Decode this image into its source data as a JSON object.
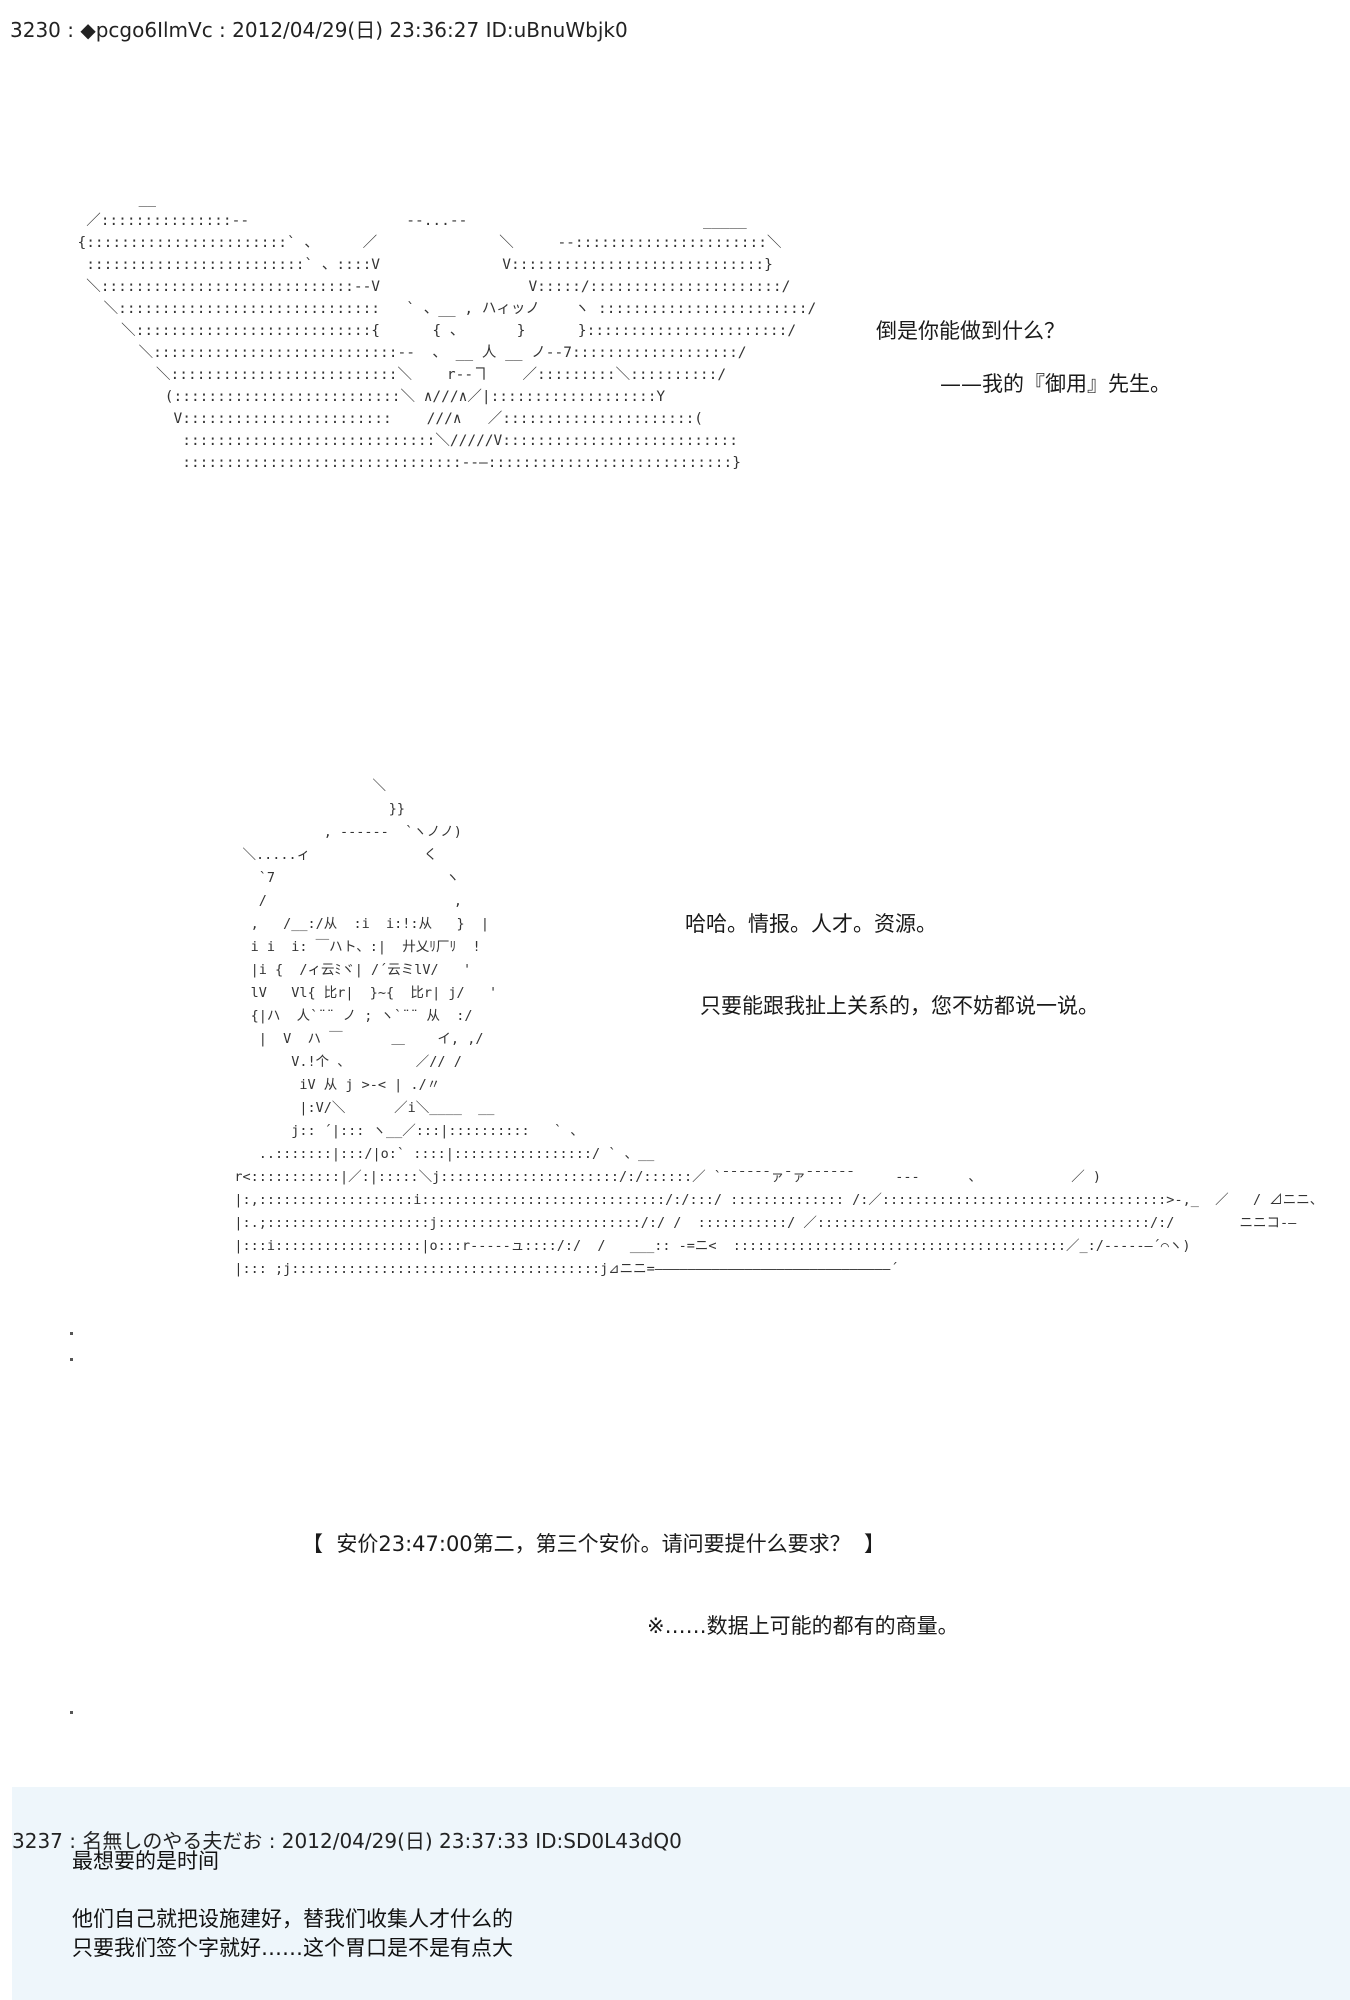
{
  "post": {
    "header": "3230 : ◆pcgo6IlmVc : 2012/04/29(日) 23:36:27 ID:uBnuWbjk0",
    "art_top": "         __\n   ／:::::::::::::::--                  --...--                           _____\n  {:::::::::::::::::::::::` 、     ／              ＼     --::::::::::::::::::::::＼\n   :::::::::::::::::::::::::` 、::::V              V:::::::::::::::::::::::::::::}\n   ＼:::::::::::::::::::::::::::::--V                 V:::::/::::::::::::::::::::::/\n     ＼::::::::::::::::::::::::::::::   ` 、__ , ハィッノ    ヽ ::::::::::::::::::::::::/\n       ＼:::::::::::::::::::::::::::{      { 、      }      }:::::::::::::::::::::::/\n         ＼::::::::::::::::::::::::::::--  、 __ 人 __ ノ--7:::::::::::::::::::/\n           ＼::::::::::::::::::::::::::＼    r--ヿ    ／:::::::::＼::::::::::/\n            (::::::::::::::::::::::::::＼ ∧///∧／|:::::::::::::::::::Y\n             V::::::::::::::::::::::::    ///∧   ／::::::::::::::::::::::(\n              :::::::::::::::::::::::::::::＼/////V:::::::::::::::::::::::::::\n              ::::::::::::::::::::::::::::::::--—::::::::::::::::::::::::::::}",
    "speech_top_1": "倒是你能做到什么？",
    "speech_top_2": "——我的『御用』先生。",
    "art_bottom": "                    ＼\n                      }}\n              , ------  `ヽノノ)\n    ＼.....ィ              く\n      `7                     ヽ\n      /                       ,\n     ,   /__:/从  :i  i:!:从   }  |\n     i i  i: ￣ハト、:|  廾乂ﾘ厂ﾘ  !\n     |i {  /ィ云ﾐヾ| /´云ミlV/   '\n     lV   Vl{ 比r|  }~{  比r| j/   '\n     {|ハ  人`¨¨ ノ ; ヽ`¨¨ 从  :/\n      |  V  ハ ￣      ＿    イ, ,/\n          V.!个 、        ／// /\n           iV 从 j >-< | ./〃\n           |:V/＼      ／i＼____  __\n          j:: ´|::: ヽ__／:::|::::::::::   ` 、\n      ..:::::::|:::/|o:` ::::|:::::::::::::::::/ ` 、__\n   r<:::::::::::|／:|:::::＼j::::::::::::::::::::::/:/::::::／ `¯¯¯¯¯¯ァ¯ァ¯¯¯¯¯¯     ---      、           ／ )\n   |:,:::::::::::::::::::i::::::::::::::::::::::::::::::/:/:::/ :::::::::::::: /:／:::::::::::::::::::::::::::::::::::>-,_  ／   / ⊿ニニ、\n   |:.;::::::::::::::::::::j:::::::::::::::::::::::::/:/ /  :::::::::::/ ／:::::::::::::::::::::::::::::::::::::::::/:/        ニニコ-―\n   |:::i::::::::::::::::::|o:::r-----ュ::::/:/  /   ___:: -=ニ<  :::::::::::::::::::::::::::::::::::::::::／_:/-----—´⌒ヽ)\n   |::: ;j::::::::::::::::::::::::::::::::::::::j⊿ニニ=―――――――――――――――――――――――――――――´",
    "speech_bottom_1": "哈哈。情报。人才。资源。",
    "speech_bottom_2": "只要能跟我扯上关系的，您不妨都说一说。",
    "anchor_line": "【  安价23:47:00第二，第三个安价。请问要提什么要求？  】",
    "note_line": "※……数据上可能的都有的商量。"
  },
  "reply": {
    "header": "3237 : 名無しのやる夫だお : 2012/04/29(日) 23:37:33 ID:SD0L43dQ0",
    "body": "最想要的是时间\n\n他们自己就把设施建好，替我们收集人才什么的\n只要我们签个字就好……这个胃口是不是有点大"
  }
}
